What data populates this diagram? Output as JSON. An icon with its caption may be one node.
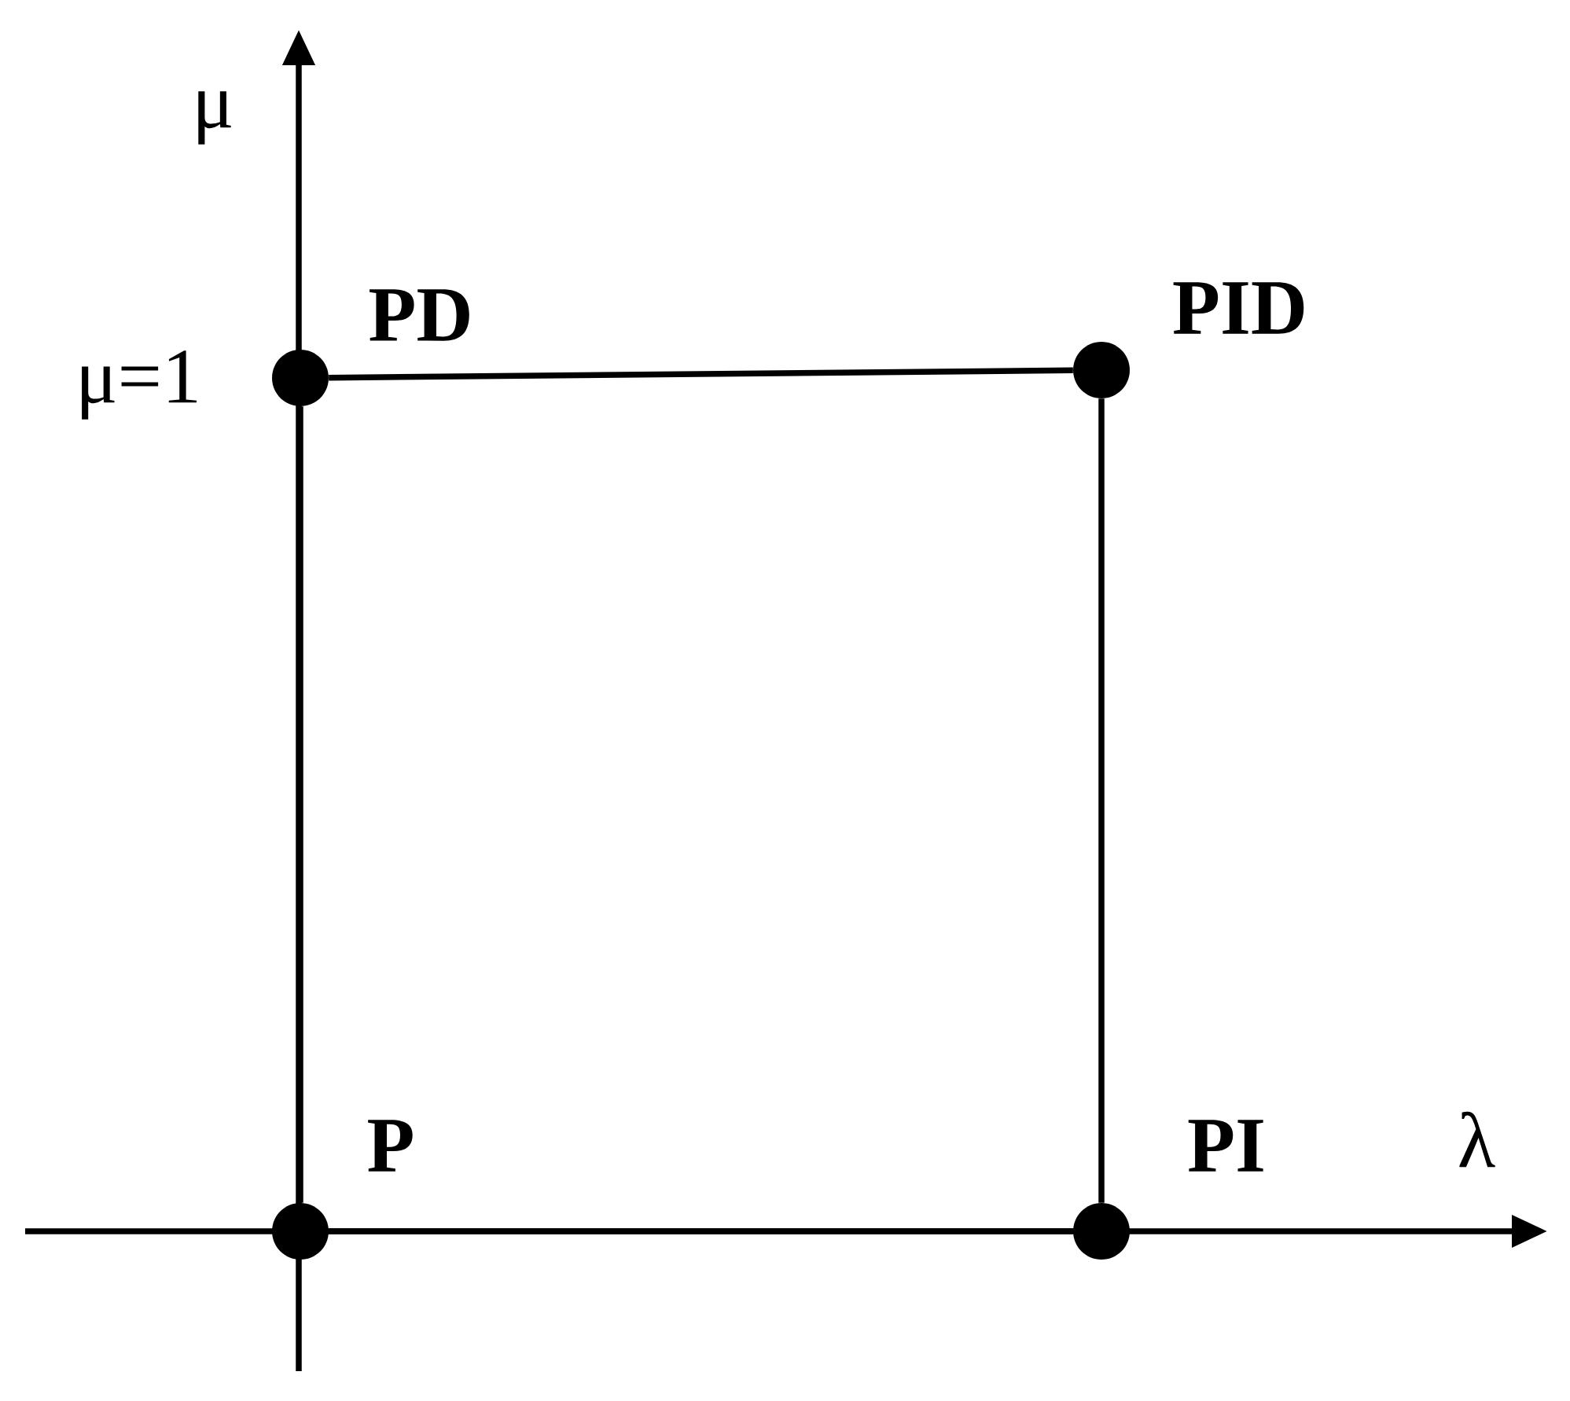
{
  "diagram": {
    "nodes": [
      {
        "text": [],
        "shape": "circle",
        "beside": [
          "PD"
        ]
      },
      {
        "text": [],
        "shape": "circle",
        "beside": [
          "PID"
        ]
      },
      {
        "text": [],
        "shape": "circle",
        "beside": [
          "P"
        ]
      },
      {
        "text": [],
        "shape": "circle",
        "beside": [
          "PI"
        ]
      }
    ],
    "edges": [
      {
        "from": 0,
        "to": 1,
        "arrow": "none"
      },
      {
        "from": 1,
        "to": 3,
        "arrow": "none"
      },
      {
        "from": 2,
        "to": 3,
        "arrow": "none"
      },
      {
        "from": 2,
        "to": 0,
        "arrow": "none"
      }
    ],
    "labels": [
      "μ",
      "μ=1",
      "λ"
    ]
  }
}
